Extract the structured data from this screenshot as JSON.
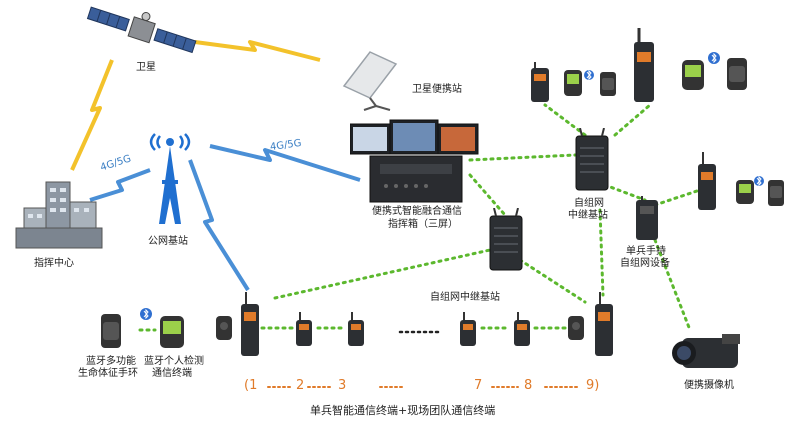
{
  "labels": {
    "satellite": "卫星",
    "satellite_portable": "卫星便携站",
    "command_center": "指挥中心",
    "public_base": "公网基站",
    "link_4g_left": "4G/5G",
    "link_4g_right": "4G/5G",
    "command_box_line1": "便携式智能融合通信",
    "command_box_line2": "指挥箱（三屏）",
    "relay_top_line1": "自组网",
    "relay_top_line2": "中继基站",
    "relay_mid": "自组网中继基站",
    "handheld_line1": "单兵手持",
    "handheld_line2": "自组网设备",
    "camcorder": "便携摄像机",
    "band_line1": "蓝牙多功能",
    "band_line2": "生命体征手环",
    "detector_line1": "蓝牙个人检测",
    "detector_line2": "通信终端",
    "bottom_caption": "单兵智能通信终端+现场团队通信终端"
  },
  "sequence": [
    "(1",
    "2",
    "3",
    "7",
    "8",
    "9)"
  ],
  "colors": {
    "wireless_yellow": "#f3c22b",
    "wireless_blue": "#4a8fd6",
    "mesh_green": "#5cb82e",
    "sequence_orange": "#e07b2a",
    "device_dark": "#2c2f33",
    "tower_blue": "#1f6fd0"
  },
  "icons": {
    "satellite": "satellite-icon",
    "tower": "cell-tower-icon",
    "building": "building-icon",
    "bluetooth": "bluetooth-icon",
    "radio": "radio-icon",
    "watch": "smartwatch-icon",
    "camera": "camcorder-icon"
  }
}
